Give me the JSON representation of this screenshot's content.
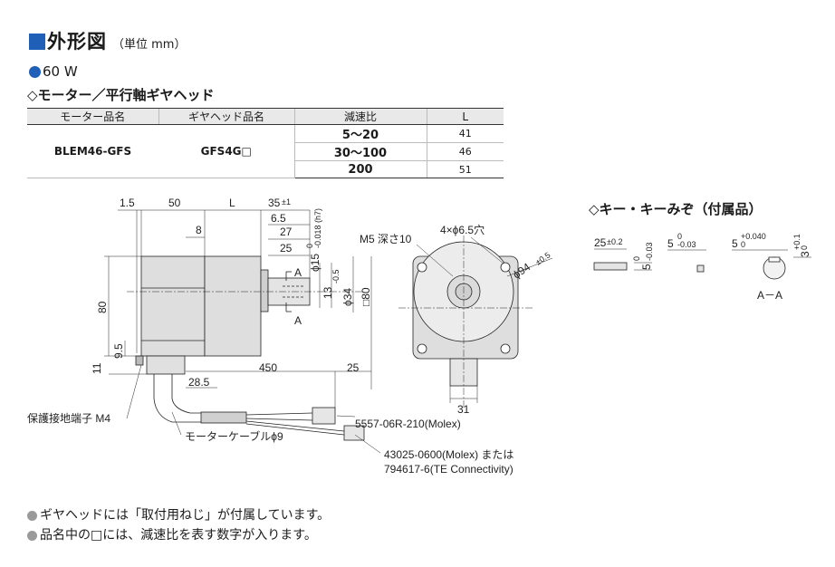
{
  "header": {
    "title": "外形図",
    "unit": "（単位 mm）",
    "accent_color": "#1f5fb8"
  },
  "power": "60 W",
  "subtitle": "◇モーター／平行軸ギヤヘッド",
  "spec_table": {
    "headers": [
      "モーター品名",
      "ギヤヘッド品名",
      "減速比",
      "L"
    ],
    "motor_model": "BLEM46-GFS",
    "gear_model": "GFS4G□",
    "rows": [
      {
        "ratio": "5～20",
        "l": "41"
      },
      {
        "ratio": "30～100",
        "l": "46"
      },
      {
        "ratio": "200",
        "l": "51"
      }
    ]
  },
  "dimensions": {
    "d_1_5": "1.5",
    "d_50": "50",
    "d_L": "L",
    "d_35": "35",
    "d_35_tol": "±1",
    "d_6_5": "6.5",
    "d_27": "27",
    "d_25_shaft": "25",
    "d_8": "8",
    "d_phi15": "ϕ15",
    "d_phi15_tol_top": "0",
    "d_phi15_tol_bot": "-0.018 (h7)",
    "d_13": "13",
    "d_13_tol": "-0.5",
    "d_phi34": "ϕ34",
    "d_sq80": "□80",
    "d_80": "80",
    "d_9_5": "9.5",
    "d_11": "11",
    "d_450": "450",
    "d_25_cable": "25",
    "d_28_5": "28.5",
    "section_a_top": "A",
    "section_a_bot": "A",
    "m5": "M5 深さ10",
    "holes": "4×ϕ6.5穴",
    "phi94": "ϕ94",
    "phi94_tol": "±0.5",
    "d_31": "31"
  },
  "callouts": {
    "ground": "保護接地端子 M4",
    "motor_cable": "モーターケーブルϕ9",
    "connector1": "5557-06R-210(Molex)",
    "connector2_line1": "43025-0600(Molex) または",
    "connector2_line2": "794617-6(TE Connectivity)"
  },
  "keys": {
    "title": "◇キー・キーみぞ（付属品）",
    "key_len": "25",
    "key_len_tol": "±0.2",
    "key_h": "5",
    "key_h_tol_top": "0",
    "key_h_tol_bot": "-0.03",
    "key_w": "5",
    "key_w_tol_top": "0",
    "key_w_tol_bot": "-0.03",
    "slot_w": "5",
    "slot_w_tol_top": "+0.040",
    "slot_w_tol_bot": "0",
    "slot_d": "3",
    "slot_d_tol_top": "+0.1",
    "slot_d_tol_bot": "0",
    "section": "A－A"
  },
  "notes": [
    "ギヤヘッドには「取付用ねじ」が付属しています。",
    "品名中の□には、減速比を表す数字が入ります。"
  ]
}
